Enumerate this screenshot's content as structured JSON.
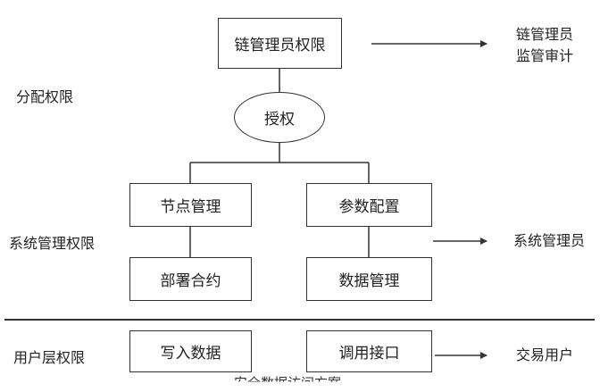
{
  "sections": {
    "assign": "分配权限",
    "system": "系统管理权限",
    "user": "用户层权限"
  },
  "nodes": {
    "chain_admin": "链管理员权限",
    "authorize": "授权",
    "node_mgmt": "节点管理",
    "param_config": "参数配置",
    "deploy_contract": "部署合约",
    "data_mgmt": "数据管理",
    "write_data": "写入数据",
    "call_api": "调用接口"
  },
  "roles": {
    "chain_admin_line1": "链管理员",
    "chain_admin_line2": "监管审计",
    "system_admin": "系统管理员",
    "trade_user": "交易用户"
  },
  "caption": "安全数据访问方案"
}
